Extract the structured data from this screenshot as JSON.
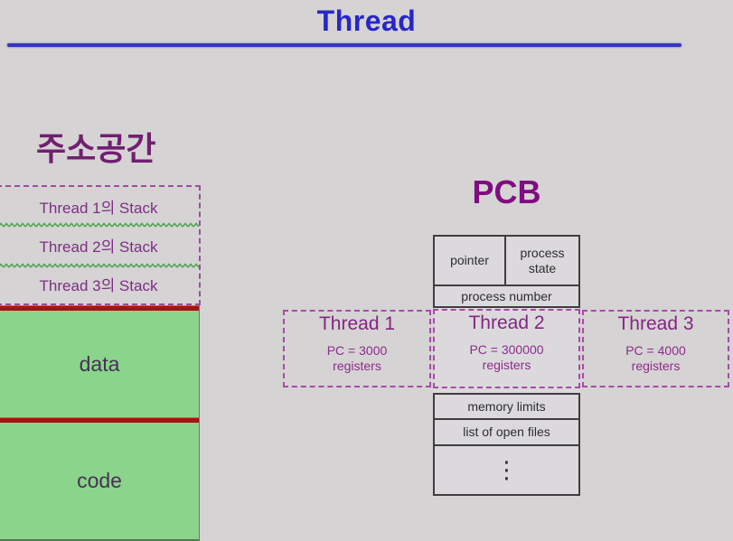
{
  "header": {
    "title": "Thread"
  },
  "address_space": {
    "heading": "주소공간",
    "stack_items": [
      {
        "label": "Thread 1의 Stack"
      },
      {
        "label": "Thread 2의 Stack"
      },
      {
        "label": "Thread 3의 Stack"
      }
    ],
    "data_label": "data",
    "code_label": "code"
  },
  "pcb": {
    "heading": "PCB",
    "cells": {
      "pointer": "pointer",
      "process_state": "process state",
      "process_number": "process number",
      "memory_limits": "memory limits",
      "open_files": "list of open files",
      "ellipsis": "⋮"
    },
    "threads": [
      {
        "title": "Thread 1",
        "pc": "PC = 3000",
        "registers": "registers"
      },
      {
        "title": "Thread 2",
        "pc": "PC = 300000",
        "registers": "registers"
      },
      {
        "title": "Thread 3",
        "pc": "PC = 4000",
        "registers": "registers"
      }
    ]
  },
  "colors": {
    "background": "#d5d3d3",
    "title_blue": "#2727c7",
    "underline_blue": "#3535bc",
    "address_heading_purple": "#702070",
    "pcb_heading_purple": "#810c81",
    "thread_text_purple": "#8d2c8d",
    "stack_label_purple": "#7d2e86",
    "segment_green": "#8bd48b",
    "segment_red_bar": "#a31414",
    "zigzag_green": "#55a457",
    "dashed_border_purple": "#a84ba8",
    "table_border_gray": "#3e3e3e",
    "table_fill_gray": "#dbd9dc"
  }
}
